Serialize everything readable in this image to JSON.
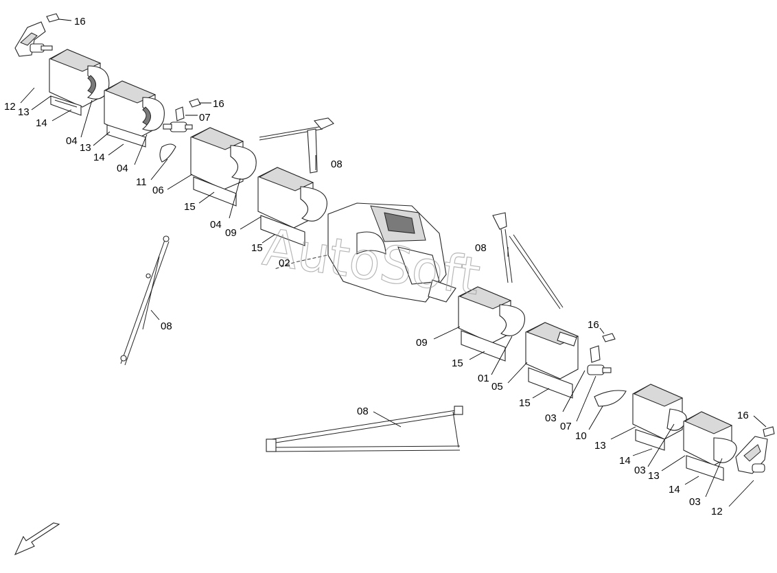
{
  "watermark": "AutoSoft",
  "labels": [
    "16",
    "12",
    "13",
    "14",
    "04",
    "13",
    "14",
    "04",
    "07",
    "16",
    "11",
    "06",
    "08",
    "15",
    "04",
    "09",
    "15",
    "02",
    "08",
    "08",
    "09",
    "15",
    "01",
    "05",
    "15",
    "16",
    "03",
    "07",
    "10",
    "08",
    "13",
    "14",
    "03",
    "13",
    "16",
    "14",
    "03",
    "12"
  ]
}
